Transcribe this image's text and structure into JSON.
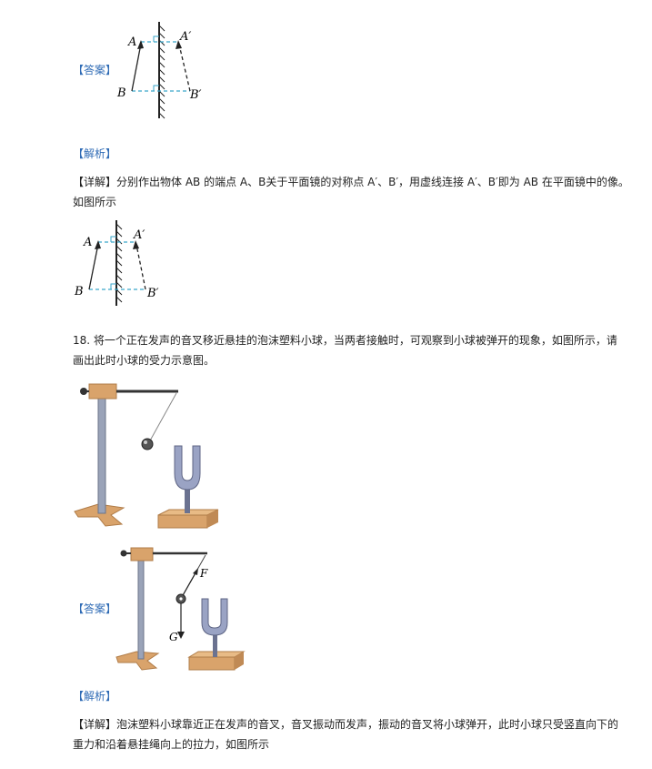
{
  "q17": {
    "answer_label": "【答案】",
    "analysis_label": "【解析】",
    "detail_label": "【详解】",
    "detail_text_1": "分别作出物体 AB 的端点 A、B关于平面镜的对称点 A′、B′，用虚线连接 A′、B′即为 AB 在平面镜中的像。",
    "detail_text_2": "如图所示",
    "figure_labels": {
      "a": "A",
      "a_prime": "A′",
      "b": "B",
      "b_prime": "B′"
    }
  },
  "q18": {
    "question_line_1": "18. 将一个正在发声的音叉移近悬挂的泡沫塑料小球，当两者接触时，可观察到小球被弹开的现象，如图所示，请",
    "question_line_2": "画出此时小球的受力示意图。",
    "answer_label": "【答案】",
    "force_labels": {
      "f": "F",
      "g": "G"
    },
    "analysis_label": "【解析】",
    "detail_label": "【详解】",
    "detail_text_1": "泡沫塑料小球靠近正在发声的音叉，音叉振动而发声，振动的音叉将小球弹开，此时小球只受竖直向下的",
    "detail_text_2": "重力和沿着悬挂绳向上的拉力，如图所示"
  },
  "colors": {
    "tag_blue": "#2f6bb5",
    "dash_cyan": "#3aa6c9",
    "wood": "#d9a36b",
    "metal": "#9aa3b8"
  }
}
